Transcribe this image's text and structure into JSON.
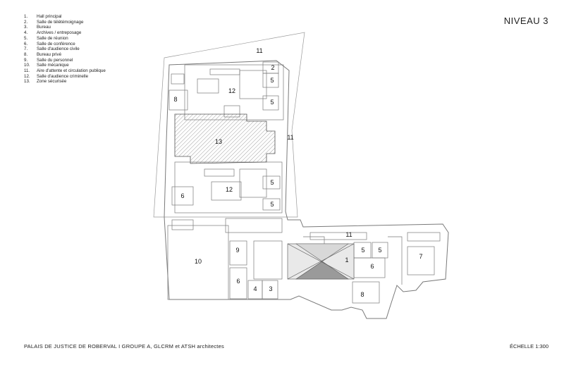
{
  "legend": [
    {
      "num": "1.",
      "label": "Hall principal"
    },
    {
      "num": "2.",
      "label": "Salle de télétémoignage"
    },
    {
      "num": "3.",
      "label": "Bureau"
    },
    {
      "num": "4.",
      "label": "Archives / entreposage"
    },
    {
      "num": "5.",
      "label": "Salle de réunion"
    },
    {
      "num": "6.",
      "label": "Salle de conférence"
    },
    {
      "num": "7.",
      "label": "Salle d'audience civile"
    },
    {
      "num": "8.",
      "label": "Bureau privé"
    },
    {
      "num": "9.",
      "label": "Salle du personnel"
    },
    {
      "num": "10.",
      "label": "Salle mécanique"
    },
    {
      "num": "11.",
      "label": "Aire d'attente et circulation publique"
    },
    {
      "num": "12.",
      "label": "Salle d'audience criminelle"
    },
    {
      "num": "13.",
      "label": "Zone sécurisée"
    }
  ],
  "title": "NIVEAU 3",
  "footer": {
    "credit": "PALAIS DE JUSTICE DE ROBERVAL I GROUPE A, GLCRM et ATSH architectes",
    "scale": "ÉCHELLE 1:300"
  },
  "rooms": [
    {
      "name": "11"
    },
    {
      "name": "2"
    },
    {
      "name": "5"
    },
    {
      "name": "12"
    },
    {
      "name": "8"
    },
    {
      "name": "5"
    },
    {
      "name": "13"
    },
    {
      "name": "11"
    },
    {
      "name": "12"
    },
    {
      "name": "6"
    },
    {
      "name": "5"
    },
    {
      "name": "5"
    },
    {
      "name": "11"
    },
    {
      "name": "9"
    },
    {
      "name": "10"
    },
    {
      "name": "5"
    },
    {
      "name": "5"
    },
    {
      "name": "1"
    },
    {
      "name": "7"
    },
    {
      "name": "6"
    },
    {
      "name": "6"
    },
    {
      "name": "4"
    },
    {
      "name": "3"
    },
    {
      "name": "8"
    }
  ]
}
